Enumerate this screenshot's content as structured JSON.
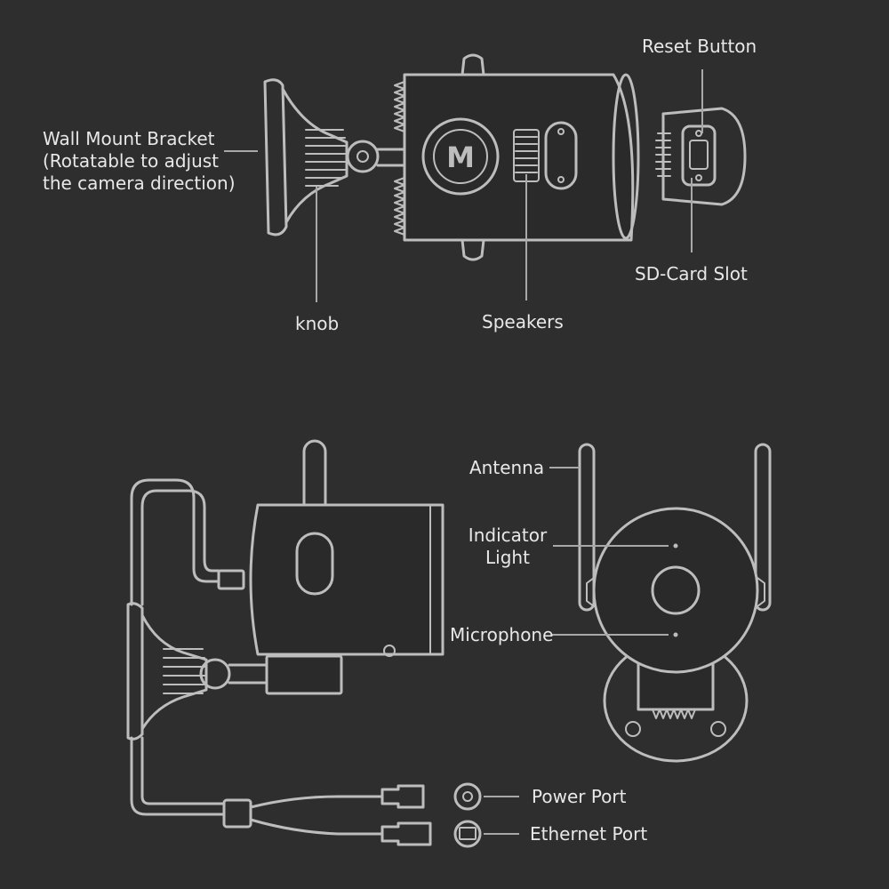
{
  "labels": {
    "wall_mount_bracket": [
      "Wall Mount Bracket",
      "(Rotatable to adjust",
      "the camera direction)"
    ],
    "knob": "knob",
    "speakers": "Speakers",
    "reset_button": "Reset Button",
    "sd_card_slot": "SD-Card Slot",
    "antenna": "Antenna",
    "indicator_light": [
      "Indicator",
      "Light"
    ],
    "microphone": "Microphone",
    "power_port": "Power Port",
    "ethernet_port": "Ethernet Port"
  },
  "logo_text": "M",
  "colors": {
    "background": "#2e2e2e",
    "line": "#bdbdbd",
    "text": "#e8e8e8"
  }
}
